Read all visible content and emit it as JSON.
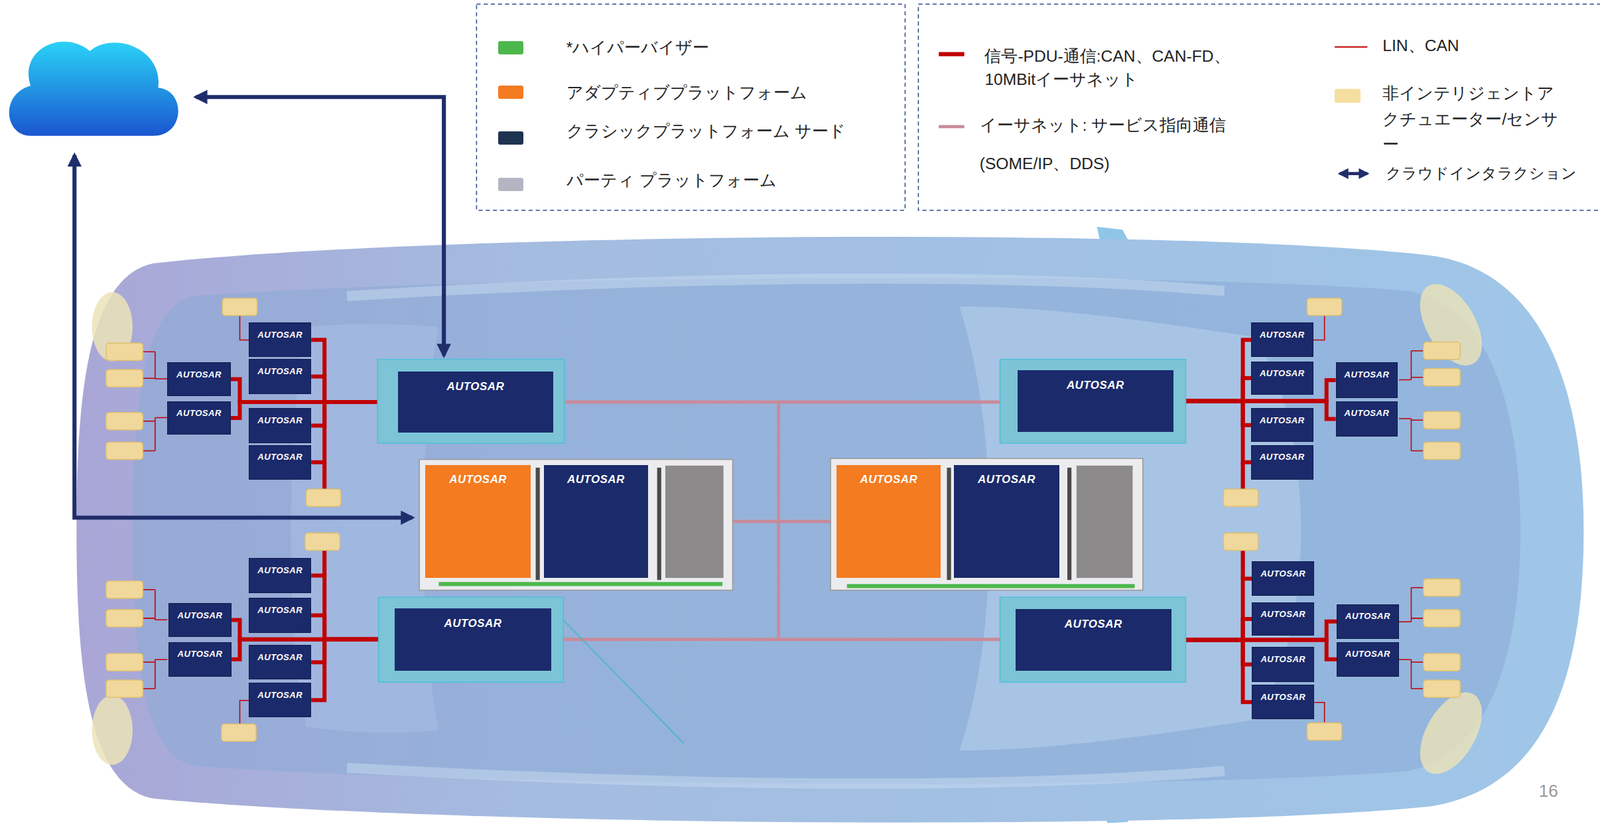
{
  "diagram": {
    "nodes": [
      {
        "text": [
          "AUTOSAR"
        ]
      },
      {
        "text": [
          "AUTOSAR"
        ]
      },
      {
        "text": [
          "AUTOSAR"
        ]
      },
      {
        "text": [
          "AUTOSAR"
        ]
      },
      {
        "text": [
          "AUTOSAR"
        ]
      },
      {
        "text": [
          "AUTOSAR"
        ]
      },
      {
        "text": [
          "AUTOSAR"
        ]
      },
      {
        "text": [
          "AUTOSAR"
        ]
      },
      {
        "text": [
          "AUTOSAR"
        ]
      },
      {
        "text": [
          "AUTOSAR"
        ]
      },
      {
        "text": [
          "AUTOSAR"
        ]
      },
      {
        "text": [
          "AUTOSAR"
        ]
      },
      {
        "text": [
          "AUTOSAR"
        ]
      },
      {
        "text": [
          "AUTOSAR"
        ]
      },
      {
        "text": [
          "AUTOSAR"
        ]
      },
      {
        "text": [
          "AUTOSAR"
        ]
      },
      {
        "text": [
          "AUTOSAR"
        ]
      },
      {
        "text": [
          "AUTOSAR"
        ]
      },
      {
        "text": [
          "AUTOSAR"
        ]
      },
      {
        "text": [
          "AUTOSAR"
        ]
      },
      {
        "text": [
          "AUTOSAR"
        ]
      },
      {
        "text": [
          "AUTOSAR"
        ]
      },
      {
        "text": [
          "AUTOSAR"
        ]
      },
      {
        "text": [
          "AUTOSAR"
        ]
      },
      {
        "text": [
          "AUTOSAR"
        ]
      },
      {
        "text": [
          "AUTOSAR"
        ]
      },
      {
        "text": [
          "AUTOSAR"
        ]
      },
      {
        "text": [
          "AUTOSAR"
        ]
      },
      {
        "text": [
          "AUTOSAR"
        ]
      },
      {
        "text": [
          "AUTOSAR"
        ]
      },
      {
        "text": [
          "AUTOSAR"
        ]
      },
      {
        "text": [
          "AUTOSAR"
        ]
      }
    ],
    "edges": [
      {
        "from": 0,
        "to": 1,
        "arrow": "none"
      },
      {
        "from": 6,
        "to": 7,
        "arrow": "none"
      },
      {
        "from": 3,
        "to": 4,
        "arrow": "none"
      },
      {
        "from": 0,
        "to": 8,
        "arrow": "none"
      },
      {
        "from": 0,
        "to": 9,
        "arrow": "none"
      },
      {
        "from": 0,
        "to": 10,
        "arrow": "none"
      },
      {
        "from": 0,
        "to": 11,
        "arrow": "none"
      },
      {
        "from": 0,
        "to": 12,
        "arrow": "none"
      },
      {
        "from": 0,
        "to": 13,
        "arrow": "none"
      },
      {
        "from": 1,
        "to": 14,
        "arrow": "none"
      },
      {
        "from": 1,
        "to": 15,
        "arrow": "none"
      },
      {
        "from": 1,
        "to": 16,
        "arrow": "none"
      },
      {
        "from": 1,
        "to": 17,
        "arrow": "none"
      },
      {
        "from": 1,
        "to": 18,
        "arrow": "none"
      },
      {
        "from": 1,
        "to": 19,
        "arrow": "none"
      },
      {
        "from": 6,
        "to": 20,
        "arrow": "none"
      },
      {
        "from": 6,
        "to": 21,
        "arrow": "none"
      },
      {
        "from": 6,
        "to": 22,
        "arrow": "none"
      },
      {
        "from": 6,
        "to": 23,
        "arrow": "none"
      },
      {
        "from": 6,
        "to": 24,
        "arrow": "none"
      },
      {
        "from": 6,
        "to": 25,
        "arrow": "none"
      },
      {
        "from": 7,
        "to": 26,
        "arrow": "none"
      },
      {
        "from": 7,
        "to": 27,
        "arrow": "none"
      },
      {
        "from": 7,
        "to": 28,
        "arrow": "none"
      },
      {
        "from": 7,
        "to": 29,
        "arrow": "none"
      },
      {
        "from": 7,
        "to": 30,
        "arrow": "none"
      },
      {
        "from": 7,
        "to": 31,
        "arrow": "none"
      }
    ],
    "labels": [
      "16"
    ],
    "legend": [
      {
        "text": "*ハイパーバイザー",
        "color": "#4cb84c"
      },
      {
        "text": "アダプティブプラットフォーム",
        "color": "#f47b20"
      },
      {
        "text": "クラシックプラットフォーム サード",
        "color": "#1e3350"
      },
      {
        "text": "パーティ プラットフォーム",
        "color": "#b3b6c2"
      },
      {
        "text": "信号-PDU-通信:CAN、CAN-FD、10MBitイーサネット"
      },
      {
        "text": "イーサネット: サービス指向通信 (SOME/IP、DDS)"
      },
      {
        "text": "LIN、CAN"
      },
      {
        "text": "非インテリジェントアクチュエーター/センサー",
        "color": "#f5dfa0"
      },
      {
        "text": "クラウドインタラクション"
      }
    ]
  }
}
